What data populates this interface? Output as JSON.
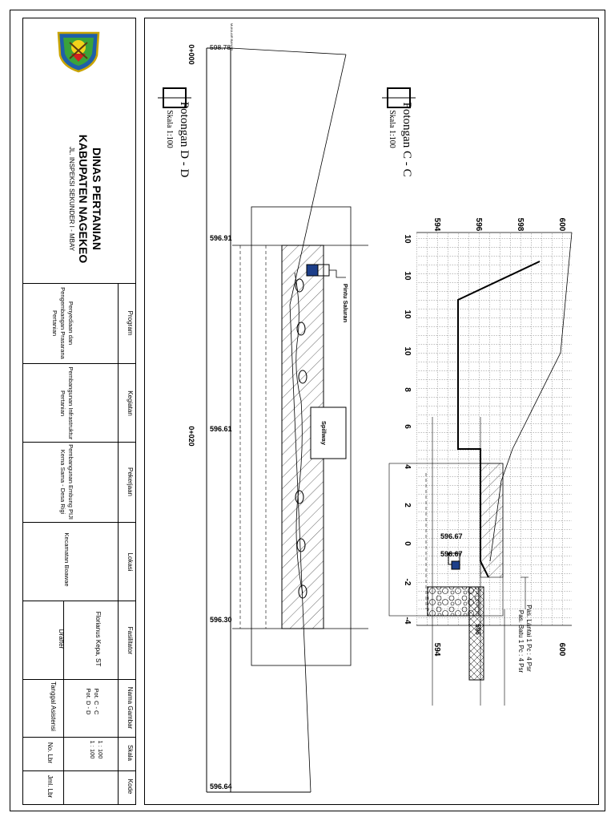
{
  "header": {
    "agency": "DINAS PERTANIAN",
    "regency": "KABUPATEN NAGEKEO",
    "address": "JL. INSPEKSI SEKUNDER I - MBAY"
  },
  "title_block": {
    "program_label": "Program",
    "program_value": "Penyediaan dan Pengembangan Prasarana Pertanian",
    "kegiatan_label": "Kegiatan",
    "kegiatan_value": "Pembangunan Infrastruktur Pertanian",
    "pekerjaan_label": "Pekerjaan",
    "pekerjaan_value": "Pembangunan Embung PIJI Kema Sama - Desa Rigi",
    "lokasi_label": "Lokasi",
    "lokasi_value": "Kecamatan Boawae",
    "fasilitator_label": "Fasilitator",
    "fasilitator_value": "Florianus Kepa, ST",
    "drafter_label": "Drafter",
    "nama_gambar_label": "Nama Gambar",
    "nama_gambar_1": "Pot. C - C",
    "nama_gambar_2": "Pot. D - D",
    "tanggal_label": "Tanggal Asistensi",
    "skala_label": "Skala",
    "skala_1": "1 : 100",
    "skala_2": "1 : 100",
    "no_lbr_label": "No. Lbr",
    "kode_label": "Kode",
    "jml_lbr_label": "Jml. Lbr"
  },
  "section_dd": {
    "title": "Potongan D - D",
    "scale": "Skala 1:100",
    "chainage_top": "0+000",
    "chainage_mid": "0+020",
    "elev_top": "598.78",
    "elev_1": "596.91",
    "elev_2": "596.61",
    "elev_3": "596.30",
    "elev_bottom": "596.64",
    "label_pintu": "Pintu Saluran",
    "label_spillway": "Spillway",
    "top_small_label": "MUKA AIR BANJIR"
  },
  "section_cc": {
    "title": "Potongan C - C",
    "scale": "Skala 1:100",
    "axis_elev": [
      "594",
      "596",
      "598",
      "600"
    ],
    "axis_elev_bottom": [
      "594",
      "600"
    ],
    "axis_dist": [
      "10",
      "10",
      "10",
      "10",
      "8",
      "6",
      "4",
      "2",
      "0",
      "-2",
      "-4"
    ],
    "elev_label_1": "596.67",
    "elev_label_2": "596.67",
    "elev_label_3": "596",
    "note_1": "Pas. Lantai 1 Pc : 4 Psr",
    "note_2": "Pas. Batu 1 Pc : 4 Psr"
  }
}
